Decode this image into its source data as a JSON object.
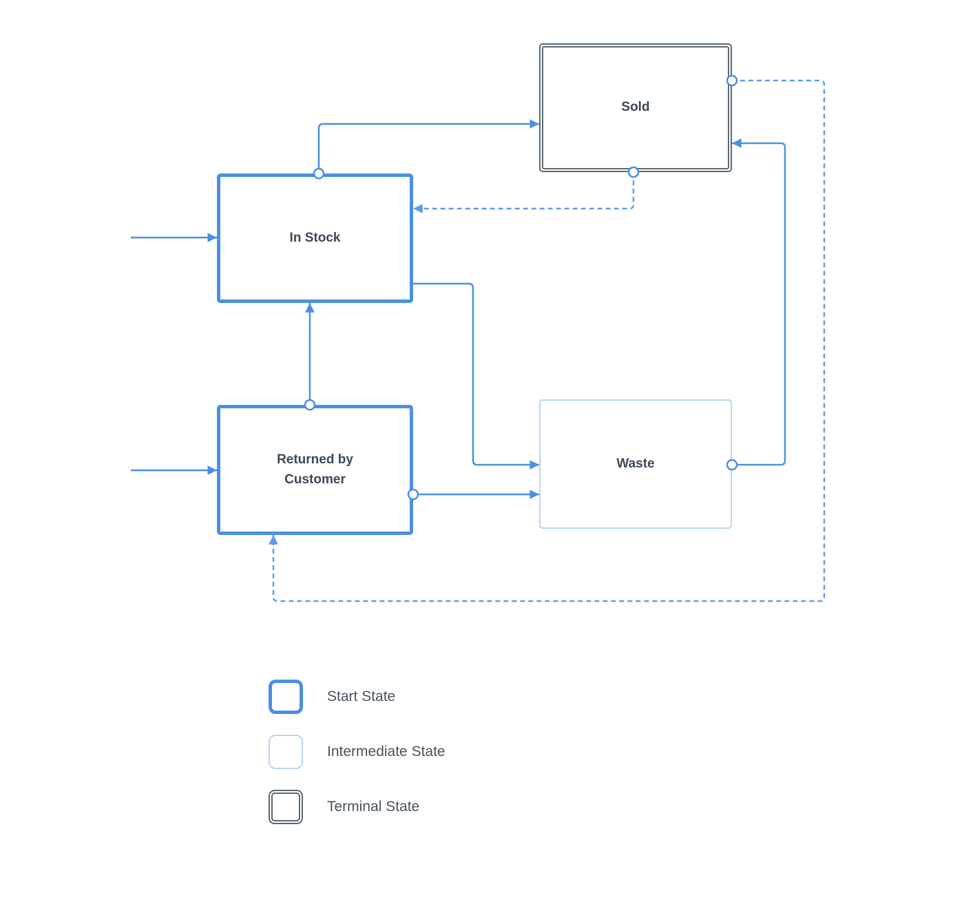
{
  "diagram": {
    "nodes": {
      "sold": {
        "label": "Sold",
        "type": "terminal"
      },
      "in_stock": {
        "label": "In Stock",
        "type": "start"
      },
      "returned_by_customer": {
        "label": "Returned by Customer",
        "type": "start"
      },
      "waste": {
        "label": "Waste",
        "type": "intermediate"
      }
    },
    "edges": [
      {
        "from": "entry",
        "to": "in_stock",
        "style": "solid"
      },
      {
        "from": "entry",
        "to": "returned_by_customer",
        "style": "solid"
      },
      {
        "from": "in_stock",
        "to": "sold",
        "style": "solid"
      },
      {
        "from": "sold",
        "to": "in_stock",
        "style": "dashed"
      },
      {
        "from": "in_stock",
        "to": "waste",
        "style": "solid"
      },
      {
        "from": "returned_by_customer",
        "to": "in_stock",
        "style": "solid"
      },
      {
        "from": "returned_by_customer",
        "to": "waste",
        "style": "solid"
      },
      {
        "from": "waste",
        "to": "sold",
        "style": "solid"
      },
      {
        "from": "sold",
        "to": "returned_by_customer",
        "style": "dashed"
      }
    ],
    "legend": {
      "items": [
        {
          "label": "Start State",
          "type": "start"
        },
        {
          "label": "Intermediate State",
          "type": "intermediate"
        },
        {
          "label": "Terminal State",
          "type": "terminal"
        }
      ]
    },
    "colors": {
      "accent_blue": "#4a90e2",
      "dashed_blue": "#5e9ce8",
      "intermediate_border": "#bcd3f0",
      "terminal_border": "#5b6770",
      "label_text": "#3d4856",
      "legend_text": "#48525f"
    }
  }
}
